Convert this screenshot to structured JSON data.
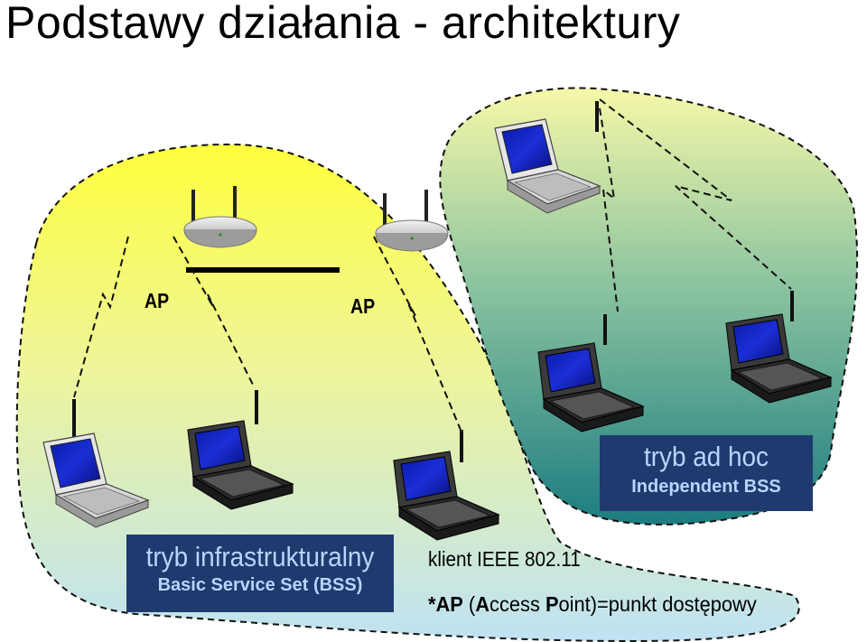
{
  "title": "Podstawy działania - architektury",
  "ap_labels": [
    "AP",
    "AP"
  ],
  "infrastructure": {
    "mode": "tryb infrastrukturalny",
    "name": "Basic Service Set (BSS)"
  },
  "adhoc": {
    "mode": "tryb  ad hoc",
    "name": "Independent BSS"
  },
  "client_label": "klient IEEE 802.11",
  "ap_definition": {
    "star": "*",
    "ap": "AP",
    "paren_open": " (",
    "a": "A",
    "ccess": "ccess ",
    "p": "P",
    "rest": "oint)=punkt dostępowy"
  },
  "colors": {
    "infra_top": "#ffff40",
    "infra_bottom": "#bfe3f2",
    "adhoc_top": "#f4f79a",
    "adhoc_bottom": "#1e7f82",
    "label_box": "#1f3a6e"
  }
}
